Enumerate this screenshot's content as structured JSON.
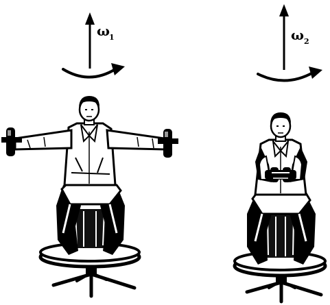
{
  "figures": [
    {
      "omega_symbol": "ω",
      "omega_subscript": "1",
      "pose": "arms-extended-holding-dumbbells"
    },
    {
      "omega_symbol": "ω",
      "omega_subscript": "2",
      "pose": "arms-folded-holding-dumbbells"
    }
  ],
  "colors": {
    "ink": "#000000",
    "background": "#ffffff",
    "shirt": "#ffffff"
  }
}
